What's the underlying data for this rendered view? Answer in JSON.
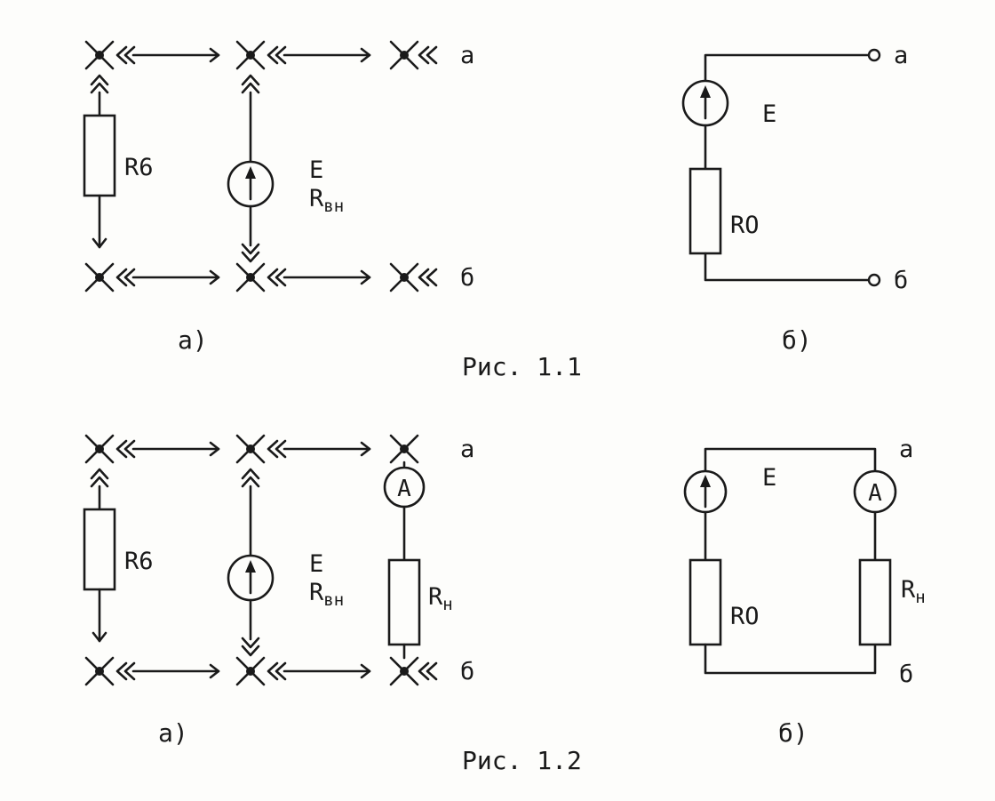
{
  "fig1": {
    "a": {
      "resistor_label": "R6",
      "source_label_e": "E",
      "source_label_r": "R",
      "source_label_r_sub": "вн",
      "terminal_a": "a",
      "terminal_b": "б",
      "sublabel": "а)"
    },
    "b": {
      "source_label": "E",
      "resistor_label_main": "R",
      "resistor_label_sub": "O",
      "terminal_a": "a",
      "terminal_b": "б",
      "sublabel": "б)"
    },
    "caption": "Рис. 1.1"
  },
  "fig2": {
    "a": {
      "resistor_label": "R6",
      "source_label_e": "E",
      "source_label_r": "R",
      "source_label_r_sub": "вн",
      "meter_label": "A",
      "load_label_main": "R",
      "load_label_sub": "н",
      "terminal_a": "a",
      "terminal_b": "б",
      "sublabel": "а)"
    },
    "b": {
      "source_label": "E",
      "resistor_label_main": "R",
      "resistor_label_sub": "O",
      "meter_label": "A",
      "load_label_main": "R",
      "load_label_sub": "н",
      "terminal_a": "a",
      "terminal_b": "б",
      "sublabel": "б)"
    },
    "caption": "Рис. 1.2"
  }
}
